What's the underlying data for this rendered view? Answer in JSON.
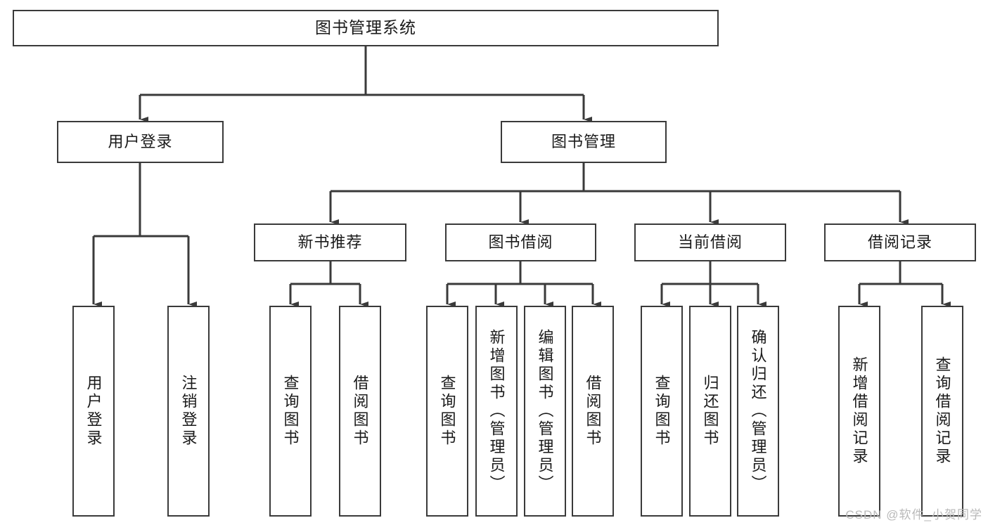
{
  "diagram": {
    "title": "图书管理系统",
    "type": "tree-hierarchy",
    "watermark": "CSDN @软件_小贺同学",
    "colors": {
      "background": "#ffffff",
      "box_border": "#3a3a3a",
      "box_fill": "#ffffff",
      "edge": "#3a3a3a",
      "text": "#1a1a1a",
      "watermark": "#b9b9b9"
    },
    "root": {
      "label": "图书管理系统"
    },
    "level2": [
      {
        "label": "用户登录"
      },
      {
        "label": "图书管理"
      }
    ],
    "level3": [
      {
        "label": "新书推荐"
      },
      {
        "label": "图书借阅"
      },
      {
        "label": "当前借阅"
      },
      {
        "label": "借阅记录"
      }
    ],
    "leaves": {
      "user_login": [
        {
          "label": "用户登录"
        },
        {
          "label": "注销登录"
        }
      ],
      "new_book_recommend": [
        {
          "label": "查询图书"
        },
        {
          "label": "借阅图书"
        }
      ],
      "book_borrow": [
        {
          "label": "查询图书"
        },
        {
          "label": "新增图书（管理员）"
        },
        {
          "label": "编辑图书（管理员）"
        },
        {
          "label": "借阅图书"
        }
      ],
      "current_borrow": [
        {
          "label": "查询图书"
        },
        {
          "label": "归还图书"
        },
        {
          "label": "确认归还（管理员）"
        }
      ],
      "borrow_record": [
        {
          "label": "新增借阅记录"
        },
        {
          "label": "查询借阅记录"
        }
      ]
    }
  }
}
